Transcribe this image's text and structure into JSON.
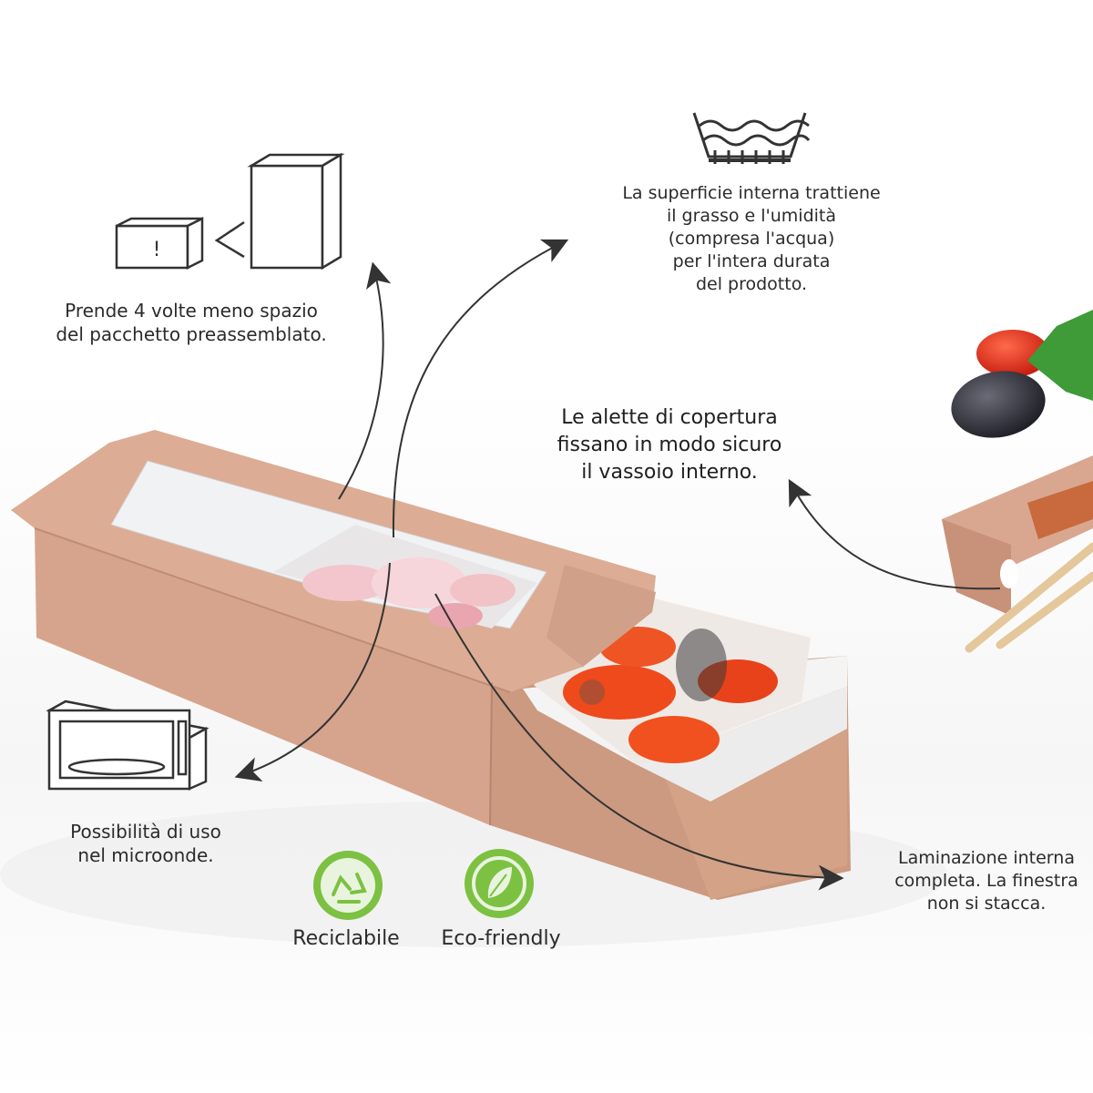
{
  "captions": {
    "space": [
      "Prende 4 volte meno spazio",
      "del pacchetto preassemblato."
    ],
    "grease": [
      "La superficie interna trattiene",
      "il grasso e l'umidità",
      "(compresa l'acqua)",
      "per l'intera durata",
      "del prodotto."
    ],
    "flaps": [
      "Le alette di copertura",
      "fissano in modo sicuro",
      "il vassoio interno."
    ],
    "microwave": [
      "Possibilità di uso",
      "nel microonde."
    ],
    "lamination": [
      "Laminazione interna",
      "completa. La finestra",
      "non si stacca."
    ]
  },
  "badges": {
    "recyclable": {
      "label": "Reciclabile",
      "icon": "recycle-icon",
      "color": "#7cc142"
    },
    "eco": {
      "label": "Eco-friendly",
      "icon": "leaf-icon",
      "color": "#7cc142"
    }
  },
  "small_box_mark": "!",
  "colors": {
    "kraft": "#d6a48c",
    "kraft_dark": "#c08d74",
    "line": "#333333",
    "badge_green": "#7cc142"
  }
}
